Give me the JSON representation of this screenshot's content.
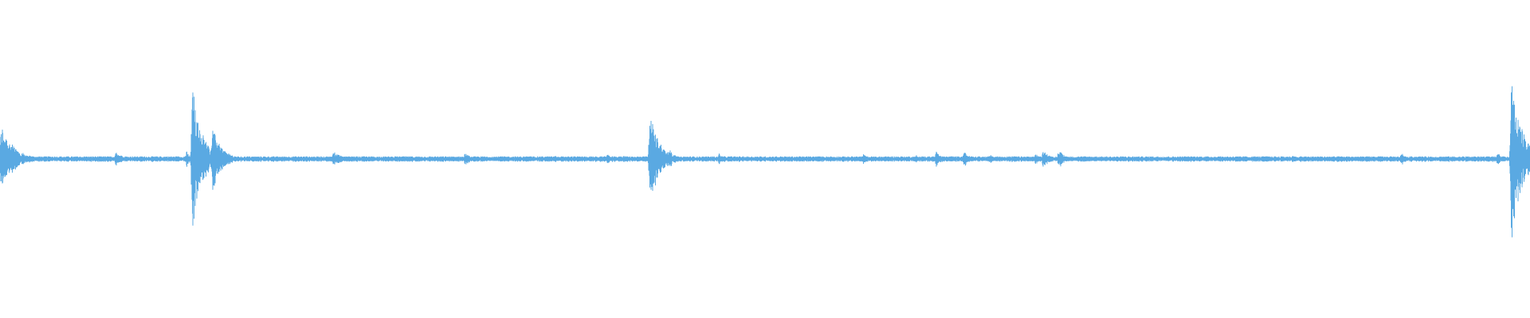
{
  "waveform": {
    "color": "#5aa9e2",
    "baseline_amplitude": 0.012,
    "bursts": [
      {
        "t": 0.001,
        "amp": 0.22,
        "decay": 0.008
      },
      {
        "t": 0.07,
        "amp": 0.025,
        "decay": 0.003
      },
      {
        "t": 0.076,
        "amp": 0.05,
        "decay": 0.004
      },
      {
        "t": 0.122,
        "amp": 0.05,
        "decay": 0.003
      },
      {
        "t": 0.126,
        "amp": 0.48,
        "decay": 0.006
      },
      {
        "t": 0.139,
        "amp": 0.2,
        "decay": 0.006
      },
      {
        "t": 0.218,
        "amp": 0.05,
        "decay": 0.006
      },
      {
        "t": 0.304,
        "amp": 0.04,
        "decay": 0.004
      },
      {
        "t": 0.363,
        "amp": 0.03,
        "decay": 0.003
      },
      {
        "t": 0.397,
        "amp": 0.03,
        "decay": 0.003
      },
      {
        "t": 0.408,
        "amp": 0.025,
        "decay": 0.003
      },
      {
        "t": 0.425,
        "amp": 0.3,
        "decay": 0.006
      },
      {
        "t": 0.437,
        "amp": 0.07,
        "decay": 0.004
      },
      {
        "t": 0.47,
        "amp": 0.035,
        "decay": 0.003
      },
      {
        "t": 0.564,
        "amp": 0.035,
        "decay": 0.003
      },
      {
        "t": 0.599,
        "amp": 0.025,
        "decay": 0.003
      },
      {
        "t": 0.612,
        "amp": 0.05,
        "decay": 0.004
      },
      {
        "t": 0.63,
        "amp": 0.05,
        "decay": 0.004
      },
      {
        "t": 0.647,
        "amp": 0.03,
        "decay": 0.003
      },
      {
        "t": 0.677,
        "amp": 0.035,
        "decay": 0.003
      },
      {
        "t": 0.682,
        "amp": 0.06,
        "decay": 0.004
      },
      {
        "t": 0.692,
        "amp": 0.06,
        "decay": 0.004
      },
      {
        "t": 0.845,
        "amp": 0.02,
        "decay": 0.002
      },
      {
        "t": 0.916,
        "amp": 0.04,
        "decay": 0.003
      },
      {
        "t": 0.979,
        "amp": 0.04,
        "decay": 0.003
      },
      {
        "t": 0.988,
        "amp": 0.5,
        "decay": 0.007
      }
    ]
  }
}
